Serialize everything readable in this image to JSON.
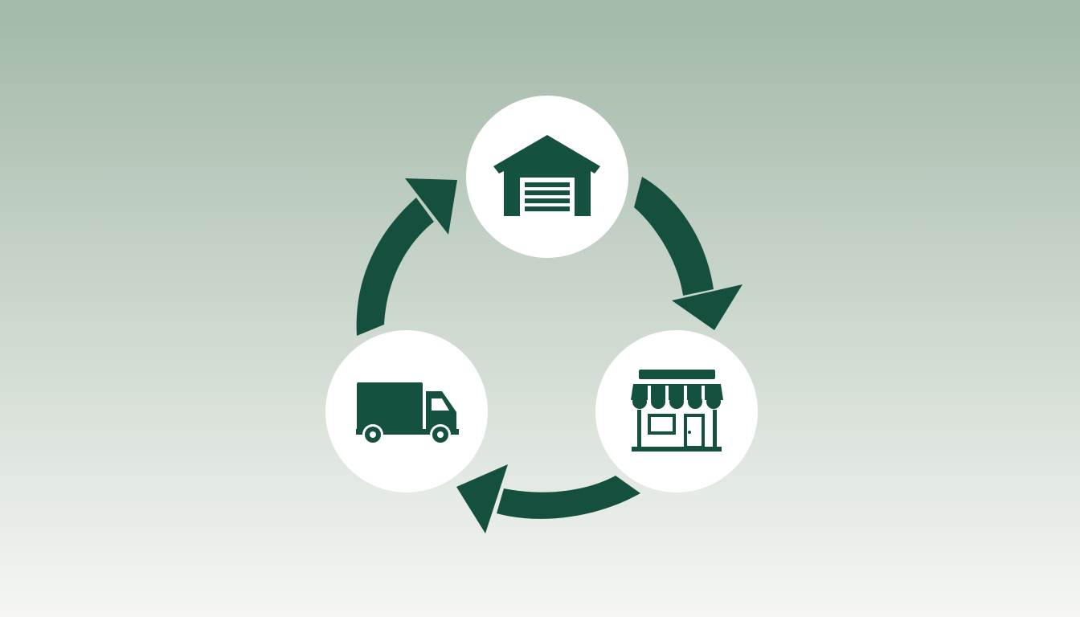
{
  "colors": {
    "background_top": "#a2b8a8",
    "background_bottom": "#f5f6f3",
    "icon_green": "#155140",
    "arrow_green": "#15503e",
    "node_fill": "#ffffff"
  },
  "diagram": {
    "type": "cycle",
    "nodes": [
      {
        "id": "warehouse",
        "icon": "warehouse-icon"
      },
      {
        "id": "store",
        "icon": "storefront-icon"
      },
      {
        "id": "truck",
        "icon": "delivery-truck-icon"
      }
    ],
    "edges": [
      {
        "from": "warehouse",
        "to": "store",
        "style": "curved-arrow"
      },
      {
        "from": "store",
        "to": "truck",
        "style": "curved-arrow"
      },
      {
        "from": "truck",
        "to": "warehouse",
        "style": "curved-arrow"
      }
    ]
  }
}
